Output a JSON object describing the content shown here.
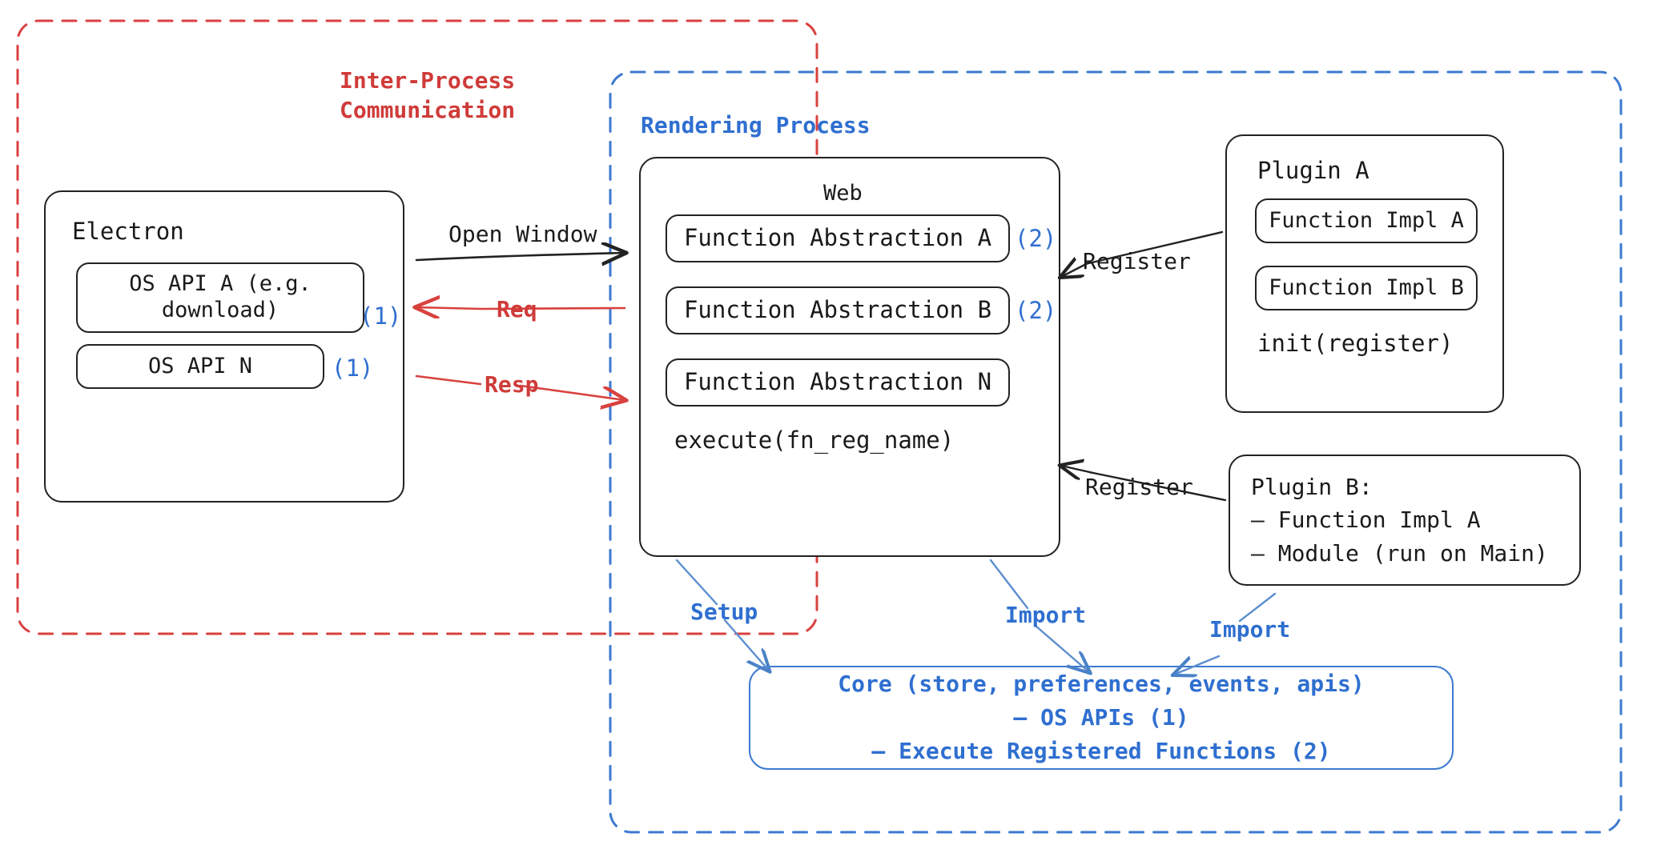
{
  "containers": {
    "ipc": {
      "label": "Inter-Process\nCommunication",
      "color": "#d9413f",
      "style": "dashed"
    },
    "rendering": {
      "label": "Rendering Process",
      "color": "#2f6fd0",
      "style": "dashed"
    }
  },
  "electron": {
    "title": "Electron",
    "apis": [
      {
        "label": "OS API A (e.g.\ndownload)",
        "marker": "(1)"
      },
      {
        "label": "OS API N",
        "marker": "(1)"
      }
    ]
  },
  "web": {
    "title": "Web",
    "abstractions": [
      {
        "label": "Function Abstraction A",
        "marker": "(2)"
      },
      {
        "label": "Function Abstraction B",
        "marker": "(2)"
      },
      {
        "label": "Function Abstraction N",
        "marker": ""
      }
    ],
    "footer": "execute(fn_reg_name)"
  },
  "plugin_a": {
    "title": "Plugin A",
    "impls": [
      "Function Impl A",
      "Function Impl B"
    ],
    "footer": "init(register)"
  },
  "plugin_b": {
    "text": "Plugin B:\n— Function Impl A\n— Module (run on Main)"
  },
  "core": {
    "text": "Core (store, preferences, events, apis)\n— OS APIs (1)\n— Execute Registered Functions (2)",
    "color": "#2f6fd0"
  },
  "arrows": {
    "open_window": "Open Window",
    "req": "Req",
    "resp": "Resp",
    "register_a": "Register",
    "register_b": "Register",
    "setup": "Setup",
    "import_left": "Import",
    "import_right": "Import"
  },
  "colors": {
    "ink": "#1a1a1a",
    "red": "#d9413f",
    "blue": "#2f6fd0",
    "core_blue": "#3c7ad1"
  }
}
